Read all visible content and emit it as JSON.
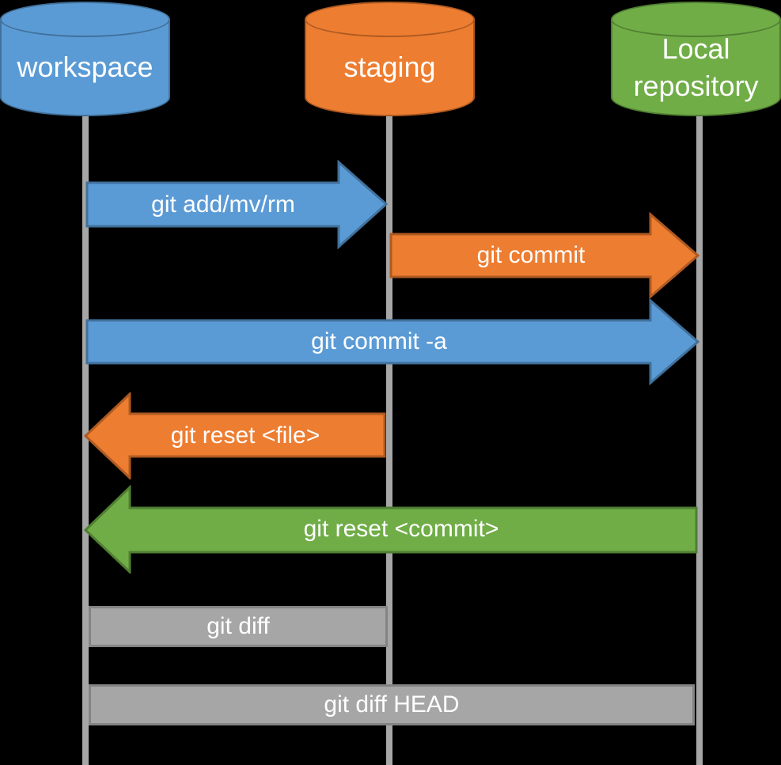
{
  "diagram": {
    "background_color": "#000000",
    "lifeline_color": "#A6A6A6",
    "text_color": "#FFFFFF",
    "nodes": [
      {
        "id": "workspace",
        "label": "workspace",
        "shape": "database-cylinder",
        "fill": "#5B9BD5",
        "stroke": "#41719C"
      },
      {
        "id": "staging",
        "label": "staging",
        "shape": "database-cylinder",
        "fill": "#ED7D31",
        "stroke": "#AE5A21"
      },
      {
        "id": "local-repository",
        "label": "Local repository",
        "shape": "database-cylinder",
        "fill": "#70AD47",
        "stroke": "#507E32"
      }
    ],
    "arrows": [
      {
        "label": "git add/mv/rm",
        "from": "workspace",
        "to": "staging",
        "direction": "right",
        "fill": "#5B9BD5",
        "stroke": "#41719C"
      },
      {
        "label": "git commit",
        "from": "staging",
        "to": "local-repository",
        "direction": "right",
        "fill": "#ED7D31",
        "stroke": "#AE5A21"
      },
      {
        "label": "git commit -a",
        "from": "workspace",
        "to": "local-repository",
        "direction": "right",
        "fill": "#5B9BD5",
        "stroke": "#41719C"
      },
      {
        "label": "git reset <file>",
        "from": "staging",
        "to": "workspace",
        "direction": "left",
        "fill": "#ED7D31",
        "stroke": "#AE5A21"
      },
      {
        "label": "git reset <commit>",
        "from": "local-repository",
        "to": "workspace",
        "direction": "left",
        "fill": "#70AD47",
        "stroke": "#507E32"
      }
    ],
    "spans": [
      {
        "label": "git diff",
        "between": [
          "workspace",
          "staging"
        ],
        "fill": "#A6A6A6",
        "stroke": "#848484"
      },
      {
        "label": "git diff HEAD",
        "between": [
          "workspace",
          "local-repository"
        ],
        "fill": "#A6A6A6",
        "stroke": "#848484"
      }
    ]
  }
}
